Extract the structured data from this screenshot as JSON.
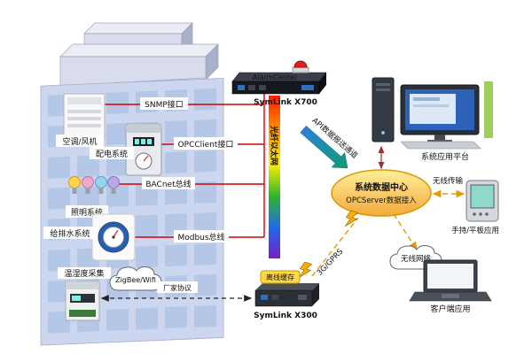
{
  "building": {
    "systems": [
      {
        "id": "hvac",
        "label": "空调/风机"
      },
      {
        "id": "power",
        "label": "配电系统"
      },
      {
        "id": "lighting",
        "label": "照明系统"
      },
      {
        "id": "water",
        "label": "给排水系统"
      },
      {
        "id": "temp-humidity",
        "label": "温湿度采集"
      }
    ],
    "protocols": [
      {
        "id": "snmp",
        "label": "SNMP接口"
      },
      {
        "id": "opcclient",
        "label": "OPCClient接口"
      },
      {
        "id": "bacnet",
        "label": "BACnet总线"
      },
      {
        "id": "modbus",
        "label": "Modbus总线"
      }
    ],
    "zigbee_cloud_label": "ZigBee/Wifi",
    "vendor_protocol_label": "厂家协议"
  },
  "gateway_x700": {
    "device_label": "AlarmCenter",
    "name": "SymLink X700"
  },
  "fiber_label": "光纤以太网",
  "api_channel_label": "API数据报送通道",
  "data_center": {
    "line1": "系统数据中心",
    "line2": "OPCServer数据接入"
  },
  "platform_label": "系统应用平台",
  "wireless_transfer_label": "无线传输",
  "handheld_label": "手持/平板应用",
  "wireless_network_label": "无线网络",
  "client_label": "客户端应用",
  "gateway_x300": {
    "tag": "离线缓存",
    "name": "SymLink X300"
  },
  "gprs_label": "3G/GPRS",
  "icons": {
    "alarm_beacon": "alarm-dome-icon",
    "lightning": "lightning-bolt-icon",
    "cloud": "cloud-icon"
  },
  "colors": {
    "bus_red": "#d40000",
    "ellipse_yellow": "#ffd84d",
    "arrow_teal": "#0d9e6e",
    "tag_yellow": "#ffd54a",
    "dash_orange": "#f0a000"
  }
}
